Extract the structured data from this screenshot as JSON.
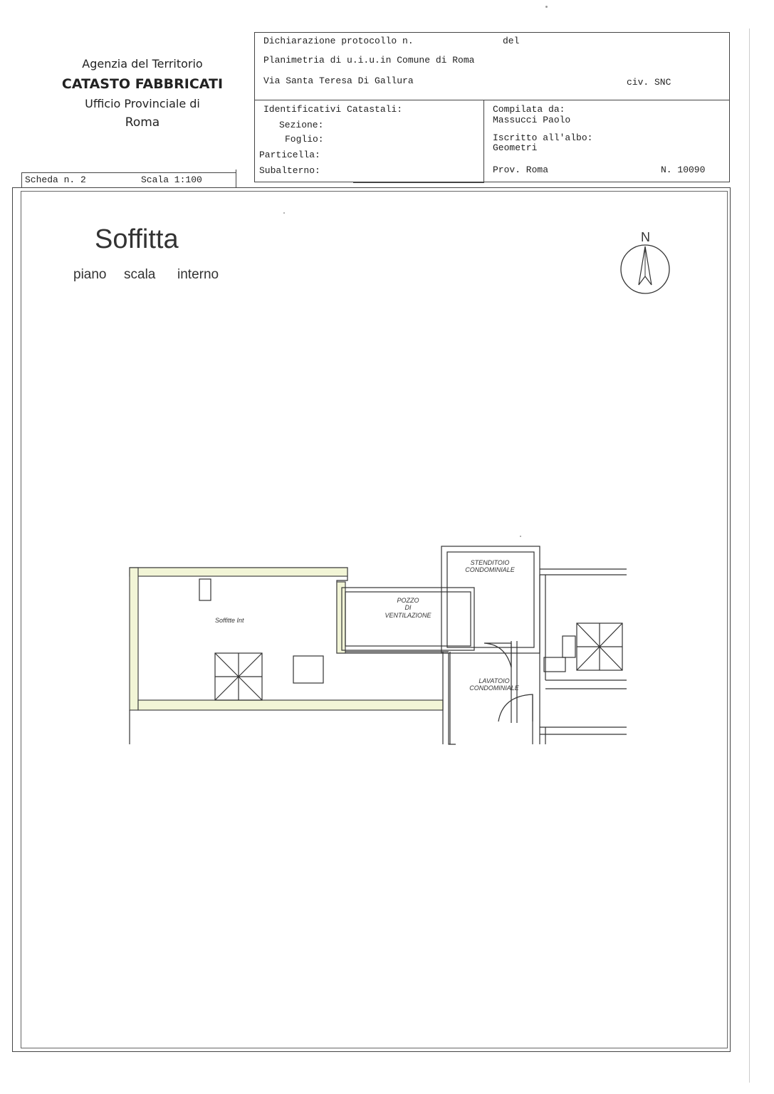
{
  "agency": {
    "line1": "Agenzia del Territorio",
    "line2": "CATASTO FABBRICATI",
    "line3": "Ufficio Provinciale di",
    "line4": "Roma"
  },
  "header": {
    "protocol_label": "Dichiarazione protocollo n.",
    "del_label": "del",
    "planimetria": "Planimetria di u.i.u.in Comune di Roma",
    "address": "Via Santa Teresa Di Gallura",
    "civ": "civ. SNC"
  },
  "identifiers": {
    "title": "Identificativi Catastali:",
    "sezione": "Sezione:",
    "foglio": "Foglio:",
    "particella": "Particella:",
    "subalterno": "Subalterno:"
  },
  "compiler": {
    "compilata_label": "Compilata da:",
    "name": "Massucci Paolo",
    "iscritto_label": "Iscritto all'albo:",
    "albo": "Geometri",
    "prov": "Prov. Roma",
    "number": "N. 10090"
  },
  "sheet": {
    "scheda": "Scheda n. 2",
    "scala": "Scala 1:100"
  },
  "drawing": {
    "title": "Soffitta",
    "piano": "piano",
    "scala": "scala",
    "interno": "interno",
    "north": "N"
  },
  "plan_labels": {
    "soffitta": "Soffitte Int",
    "stenditoio_1": "STENDITOIO",
    "stenditoio_2": "CONDOMINIALE",
    "pozzo_1": "POZZO",
    "pozzo_2": "DI",
    "pozzo_3": "VENTILAZIONE",
    "lavatoio_1": "LAVATOIO",
    "lavatoio_2": "CONDOMINIALE"
  }
}
